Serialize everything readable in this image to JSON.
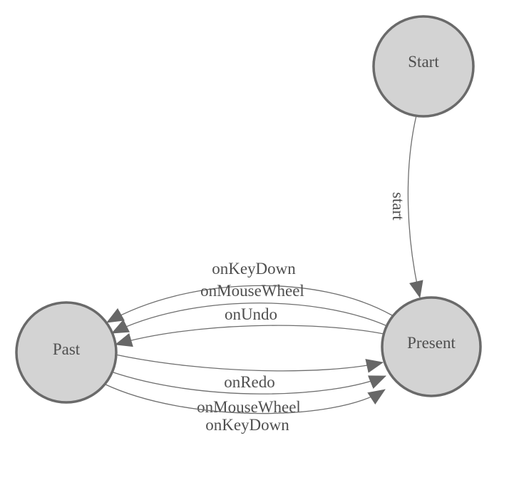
{
  "diagram": {
    "type": "finite-state-machine",
    "colors": {
      "background": "#ffffff",
      "node_fill": "#d3d3d3",
      "node_stroke": "#6a6a6a",
      "edge_stroke": "#6e6e6e",
      "arrow_fill": "#676767",
      "label_color": "#4f4f4f"
    },
    "nodes": [
      {
        "label": "Start"
      },
      {
        "label": "Present"
      },
      {
        "label": "Past"
      }
    ],
    "edges": [
      {
        "from": "Start",
        "to": "Present",
        "label": "start"
      },
      {
        "from": "Present",
        "to": "Past",
        "label": "onKeyDown"
      },
      {
        "from": "Present",
        "to": "Past",
        "label": "onMouseWheel"
      },
      {
        "from": "Present",
        "to": "Past",
        "label": "onUndo"
      },
      {
        "from": "Past",
        "to": "Present",
        "label": "onRedo"
      },
      {
        "from": "Past",
        "to": "Present",
        "label": "onMouseWheel"
      },
      {
        "from": "Past",
        "to": "Present",
        "label": "onKeyDown"
      }
    ]
  }
}
